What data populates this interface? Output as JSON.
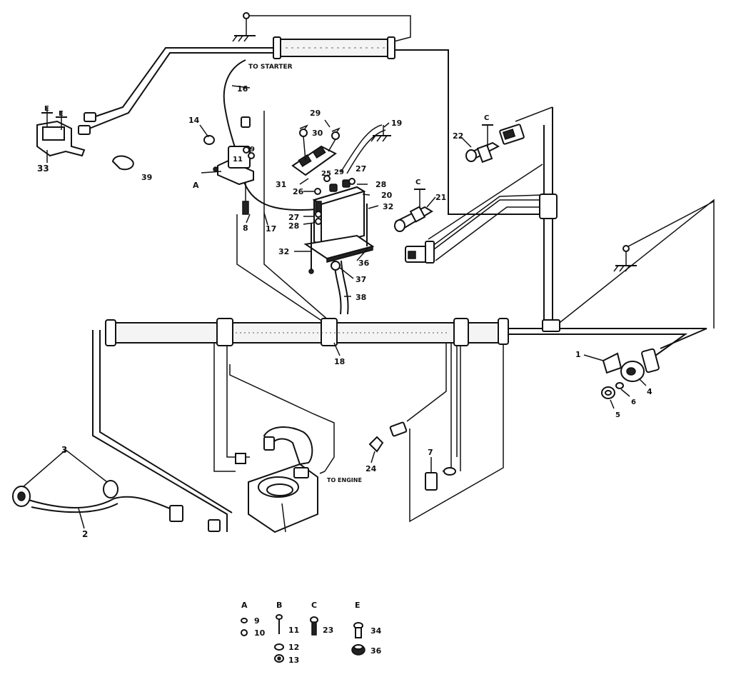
{
  "notes": {
    "to_starter": "TO STARTER",
    "to_engine": "TO ENGINE"
  },
  "callouts": [
    {
      "id": "c3",
      "text": "3"
    },
    {
      "id": "c2",
      "text": "2"
    },
    {
      "id": "c33",
      "text": "33"
    },
    {
      "id": "cE1",
      "text": "E"
    },
    {
      "id": "cE2",
      "text": "E"
    },
    {
      "id": "c39",
      "text": "39"
    },
    {
      "id": "c14",
      "text": "14"
    },
    {
      "id": "c16",
      "text": "16"
    },
    {
      "id": "c9a",
      "text": "9"
    },
    {
      "id": "c11a",
      "text": "11"
    },
    {
      "id": "cA",
      "text": "A"
    },
    {
      "id": "c8",
      "text": "8"
    },
    {
      "id": "c17",
      "text": "17"
    },
    {
      "id": "c29a",
      "text": "29"
    },
    {
      "id": "c30",
      "text": "30"
    },
    {
      "id": "c31",
      "text": "31"
    },
    {
      "id": "c26",
      "text": "26"
    },
    {
      "id": "c25",
      "text": "25"
    },
    {
      "id": "c29b",
      "text": "29"
    },
    {
      "id": "c27a",
      "text": "27"
    },
    {
      "id": "c28a",
      "text": "28"
    },
    {
      "id": "c27b",
      "text": "27"
    },
    {
      "id": "c28b",
      "text": "28"
    },
    {
      "id": "c20",
      "text": "20"
    },
    {
      "id": "c32a",
      "text": "32"
    },
    {
      "id": "c32b",
      "text": "32"
    },
    {
      "id": "c36a",
      "text": "36"
    },
    {
      "id": "c37",
      "text": "37"
    },
    {
      "id": "c38",
      "text": "38"
    },
    {
      "id": "c19",
      "text": "19"
    },
    {
      "id": "c21",
      "text": "21"
    },
    {
      "id": "cC1",
      "text": "C"
    },
    {
      "id": "c22",
      "text": "22"
    },
    {
      "id": "cC2",
      "text": "C"
    },
    {
      "id": "c18",
      "text": "18"
    },
    {
      "id": "c1",
      "text": "1"
    },
    {
      "id": "c4",
      "text": "4"
    },
    {
      "id": "c6",
      "text": "6"
    },
    {
      "id": "c5",
      "text": "5"
    },
    {
      "id": "c24",
      "text": "24"
    },
    {
      "id": "c7",
      "text": "7"
    }
  ],
  "legend": [
    {
      "letter": "A",
      "items": [
        "9",
        "10"
      ]
    },
    {
      "letter": "B",
      "items": [
        "11",
        "12",
        "13"
      ]
    },
    {
      "letter": "C",
      "items": [
        "23"
      ]
    },
    {
      "letter": "E",
      "items": [
        "34",
        "36"
      ]
    }
  ]
}
